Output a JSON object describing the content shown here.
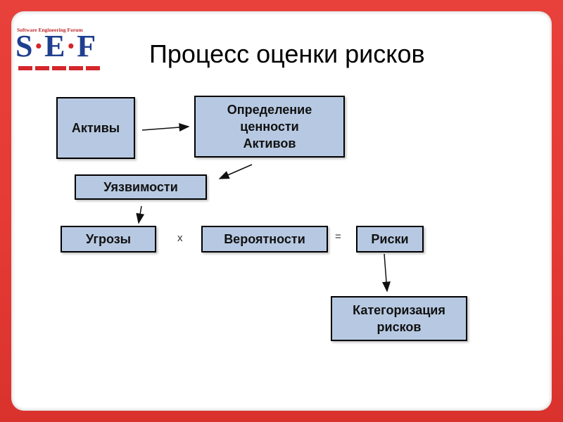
{
  "logo": {
    "caption": "Software Engineering Forum",
    "letters": "SEF"
  },
  "title": "Процесс оценки рисков",
  "nodes": {
    "assets": "Активы",
    "value_line1": "Определение",
    "value_line2": "ценности",
    "value_line3": "Активов",
    "vulnerabilities": "Уязвимости",
    "threats": "Угрозы",
    "probabilities": "Вероятности",
    "risks": "Риски",
    "categorization_line1": "Категоризация",
    "categorization_line2": "рисков"
  },
  "operators": {
    "multiply": "x",
    "equals": "="
  },
  "colors": {
    "frame": "#e63b35",
    "box_fill": "#b7c9e2",
    "logo_blue": "#1f3f8f",
    "logo_red": "#d4262b"
  }
}
